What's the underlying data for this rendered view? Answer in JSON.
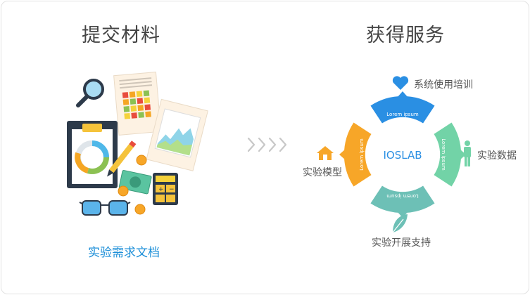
{
  "left": {
    "title": "提交材料",
    "caption": "实验需求文档"
  },
  "right": {
    "title": "获得服务",
    "center_label": "IOSLAB",
    "segment_text": "Lorem ipsum",
    "items": {
      "top": "系统使用培训",
      "right": "实验数据",
      "bottom": "实验开展支持",
      "left": "实验模型"
    }
  },
  "colors": {
    "blue": "#2a8fe3",
    "green": "#72d3a7",
    "teal": "#6dc0b6",
    "orange": "#f7a628",
    "caption": "#1d8fd8"
  }
}
